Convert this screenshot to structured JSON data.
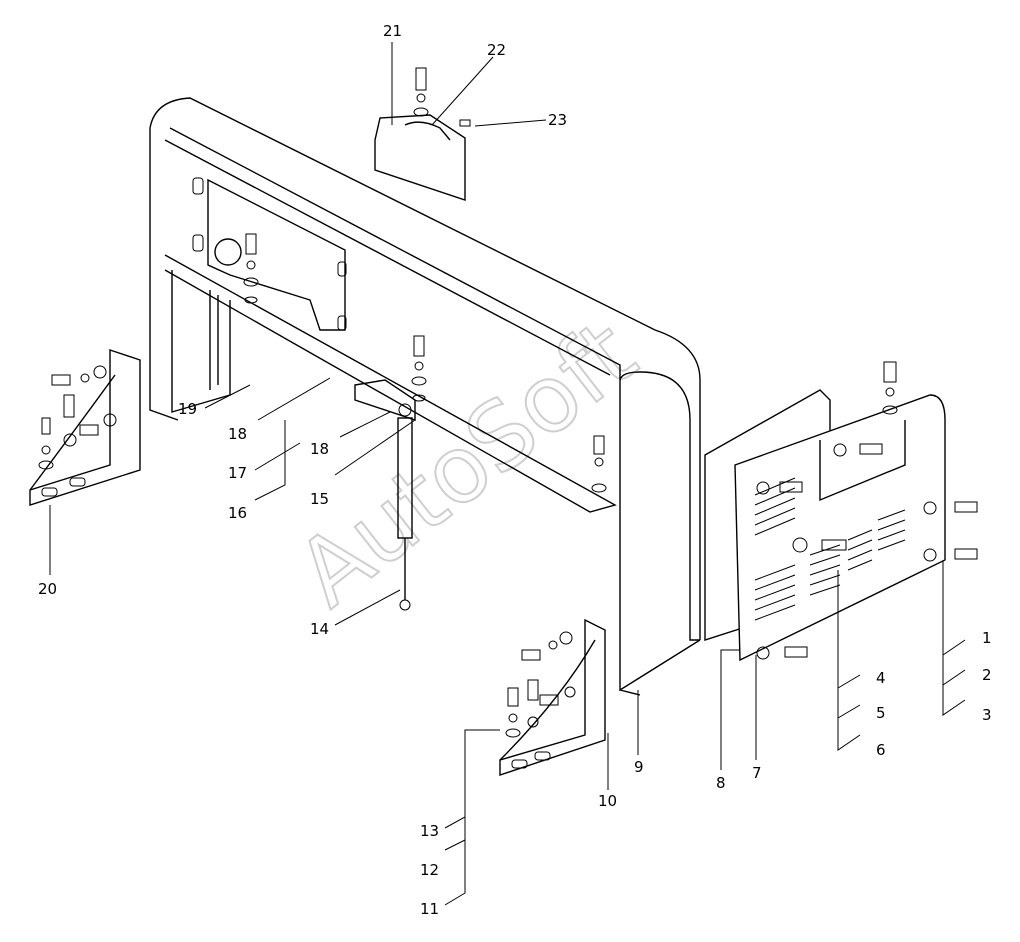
{
  "diagram": {
    "watermark": "AutoSoft",
    "callouts": [
      {
        "label": "21"
      },
      {
        "label": "22"
      },
      {
        "label": "23"
      },
      {
        "label": "19"
      },
      {
        "label": "18"
      },
      {
        "label": "17"
      },
      {
        "label": "16"
      },
      {
        "label": "18"
      },
      {
        "label": "15"
      },
      {
        "label": "14"
      },
      {
        "label": "20"
      },
      {
        "label": "13"
      },
      {
        "label": "12"
      },
      {
        "label": "11"
      },
      {
        "label": "10"
      },
      {
        "label": "9"
      },
      {
        "label": "8"
      },
      {
        "label": "7"
      },
      {
        "label": "6"
      },
      {
        "label": "5"
      },
      {
        "label": "4"
      },
      {
        "label": "3"
      },
      {
        "label": "2"
      },
      {
        "label": "1"
      }
    ]
  }
}
